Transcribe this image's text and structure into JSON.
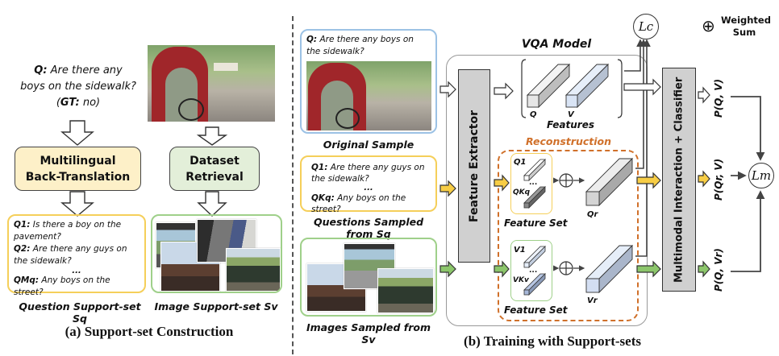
{
  "panel_a": {
    "question_prefix": "Q:",
    "question_line1": "Are there any",
    "question_line2": "boys on the sidewalk?",
    "gt_open": "(",
    "gt_label": "GT:",
    "gt_value": " no)",
    "module_text": {
      "line1": "Multilingual",
      "line2": "Back-Translation"
    },
    "module_image": {
      "line1": "Dataset",
      "line2": "Retrieval"
    },
    "support_questions": [
      {
        "label": "Q1:",
        "text": " Is there a boy on the"
      },
      {
        "label": "",
        "text": "pavement?"
      },
      {
        "label": "Q2:",
        "text": " Are there any guys on"
      },
      {
        "label": "",
        "text": "the sidewalk?"
      },
      {
        "label": "",
        "text": "..."
      },
      {
        "label": "QMq:",
        "text": " Any boys on the street?"
      }
    ],
    "caption_questions": "Question Support-set Sq",
    "caption_images": "Image Support-set Sv",
    "title": "(a) Support-set Construction"
  },
  "panel_b": {
    "original": {
      "q_label": "Q:",
      "q_line1": " Are there any boys on",
      "q_line2": "the sidewalk?",
      "caption": "Original Sample"
    },
    "sampled_questions": {
      "items": [
        {
          "label": "Q1:",
          "text": " Are there any guys on"
        },
        {
          "label": "",
          "text": "the sidewalk?"
        },
        {
          "label": "",
          "text": "..."
        },
        {
          "label": "QKq:",
          "text": " Any boys on the street?"
        }
      ],
      "caption": "Questions Sampled from Sq"
    },
    "sampled_images": {
      "caption": "Images Sampled from Sv"
    },
    "model_title": "VQA Model",
    "feature_extractor": "Feature Extractor",
    "features_label": "Features",
    "feat_q": "Q",
    "feat_v": "V",
    "reconstruction_label": "Reconstruction",
    "qset": {
      "first": "Q1",
      "last": "QKq",
      "dots": "...",
      "caption": "Feature Set",
      "result": "Qr"
    },
    "vset": {
      "first": "V1",
      "last": "VKv",
      "dots": "...",
      "caption": "Feature Set",
      "result": "Vr"
    },
    "classifier": "Multimodal Interaction + Classifier",
    "outputs": [
      "P(Q, V)",
      "P(Qr, V)",
      "P(Q, Vr)"
    ],
    "loss_c": "Lc",
    "loss_m": "Lm",
    "legend": {
      "symbol": "⊕",
      "line1": "Weighted",
      "line2": "Sum"
    },
    "title": "(b) Training with Support-sets"
  },
  "colors": {
    "yellow_border": "#f5cf5a",
    "yellow_fill": "#fdf0c8",
    "yellow_arrow": "#f7cd45",
    "green_border": "#9fd08a",
    "green_fill": "#e3efd9",
    "green_arrow": "#8cc66b",
    "blue_border": "#9cc2e5",
    "orange_dash": "#d0702a",
    "gray_block": "#d0d0d0"
  }
}
